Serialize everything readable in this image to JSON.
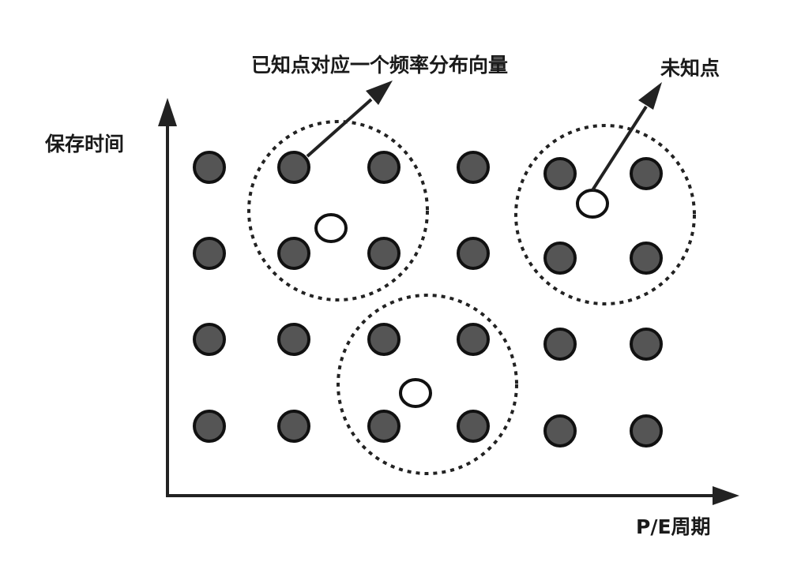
{
  "labels": {
    "known_point_callout": "已知点对应一个频率分布向量",
    "unknown_point_callout": "未知点",
    "y_axis": "保存时间",
    "x_axis": "P/E周期"
  },
  "colors": {
    "known_point_fill": "#555555",
    "outline": "#111111"
  },
  "grid": {
    "columns": 6,
    "rows": 4,
    "known_point_count": 24,
    "unknown_point_count": 3
  }
}
